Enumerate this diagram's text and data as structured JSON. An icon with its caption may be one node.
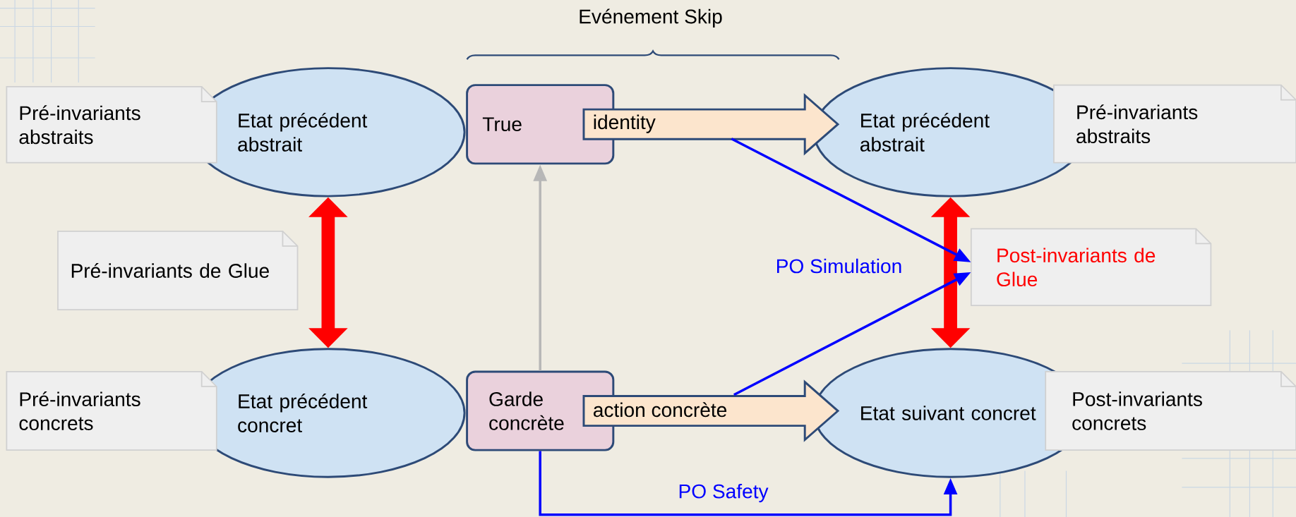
{
  "diagram": {
    "nodes": [
      {
        "text": [
          "Pré-invariants abstraits"
        ]
      },
      {
        "text": [
          "Etat précédent abstrait"
        ]
      },
      {
        "text": [
          "True"
        ]
      },
      {
        "text": [
          "Etat précédent abstrait"
        ]
      },
      {
        "text": [
          "Pré-invariants abstraits"
        ]
      },
      {
        "text": [
          "Pré-invariants de Glue"
        ]
      },
      {
        "text": [
          "Post-invariants de Glue"
        ]
      },
      {
        "text": [
          "Pré-invariants concrets"
        ]
      },
      {
        "text": [
          "Etat précédent concret"
        ]
      },
      {
        "text": [
          "Garde concrète"
        ]
      },
      {
        "text": [
          "Etat suivant concret"
        ]
      },
      {
        "text": [
          "Post-invariants concrets"
        ]
      }
    ],
    "edges": [
      {
        "from": 1,
        "to": 8,
        "arrow": "both",
        "style": "thick",
        "color": "#ff0000"
      },
      {
        "from": 3,
        "to": 10,
        "arrow": "both",
        "style": "thick",
        "color": "#ff0000"
      },
      {
        "from": 9,
        "to": 2,
        "arrow": "to",
        "color": "#b7b7b7"
      },
      {
        "from": 2,
        "to": 3,
        "arrow": "to",
        "label": "identity",
        "style": "thick",
        "color": "#fce5cd"
      },
      {
        "from": 9,
        "to": 10,
        "arrow": "to",
        "label": "action concrète",
        "style": "thick",
        "color": "#fce5cd"
      },
      {
        "from": null,
        "to": 6,
        "arrow": "to",
        "label": "PO Simulation",
        "color": "#0000ff"
      },
      {
        "from": null,
        "to": 6,
        "arrow": "to",
        "color": "#0000ff"
      },
      {
        "from": 9,
        "to": 10,
        "arrow": "to",
        "label": "PO Safety",
        "color": "#0000ff"
      }
    ],
    "labels": [
      "Evénement Skip"
    ]
  }
}
